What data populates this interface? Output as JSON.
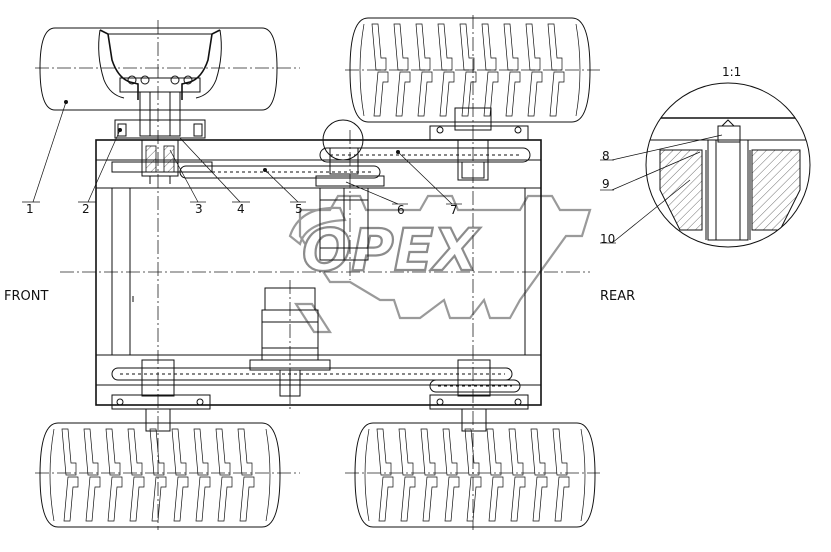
{
  "labels": {
    "front": "FRONT",
    "rear": "REAR",
    "scale": "1:1",
    "callouts": [
      "1",
      "2",
      "3",
      "4",
      "5",
      "6",
      "7",
      "8",
      "9",
      "10"
    ]
  },
  "watermark": {
    "brand": "OPEX"
  },
  "colors": {
    "line": "#111111",
    "watermark": "#8c8c8c",
    "background": "#ffffff"
  }
}
